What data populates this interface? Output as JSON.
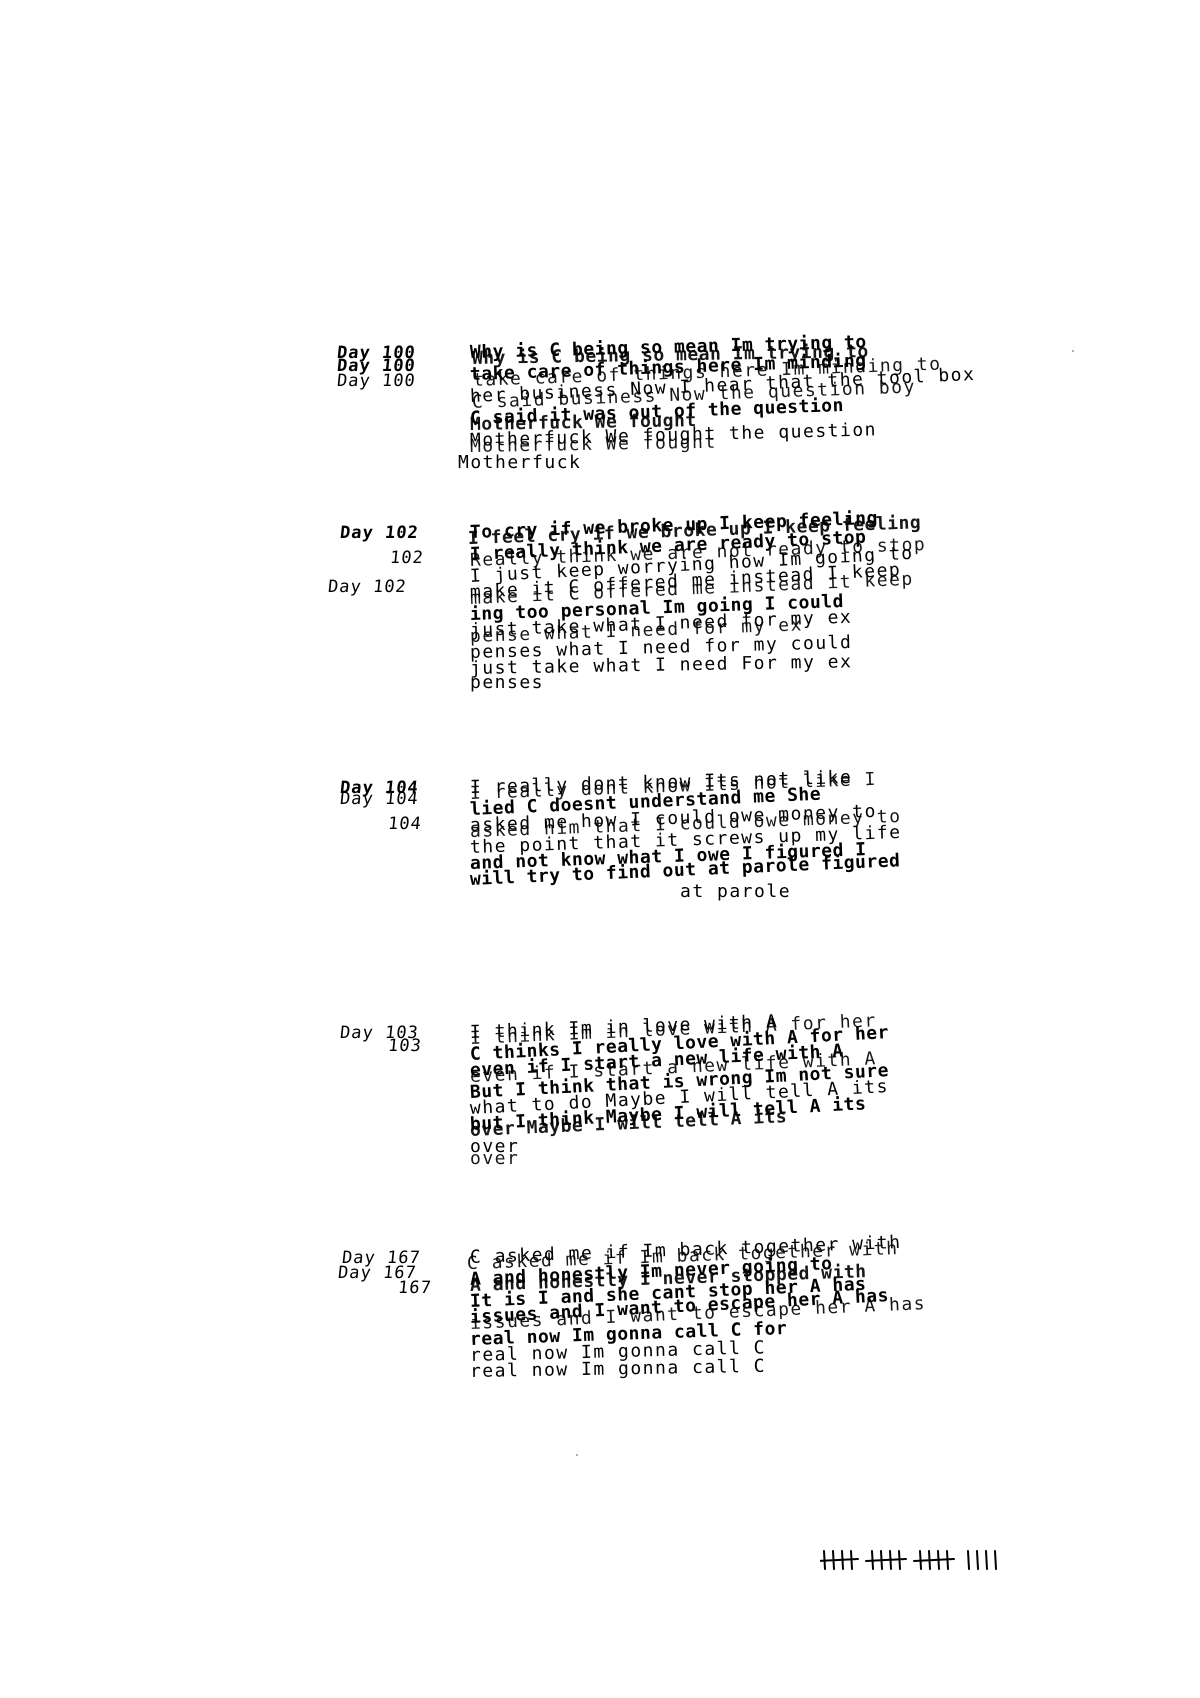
{
  "entries": [
    {
      "labels": [
        "Day 100",
        "Day 100",
        "Day 100"
      ],
      "lines": [
        "Why is C being so mean  Im trying to",
        "Why is C being so mean  Im trying to",
        "take care of things here  Im minding",
        "take care of things here  Im minding to",
        "her business  Now I hear that the tool box",
        "C said business  Now the question boy",
        "C said it was out of the question",
        "Motherfuck  We fought",
        "Motherfuck  We fought the question",
        "Motherfuck  We fought",
        "Motherfuck"
      ]
    },
    {
      "labels": [
        "Day 102",
        "102",
        "Day 102"
      ],
      "lines": [
        "To cry if we broke up  I keep feeling",
        "I feel cry if we broke up  I keep feeling",
        "I really think we are ready to stop",
        "Really think we are not ready to stop",
        "I just keep worrying how Im going to",
        "make it  C offered me instead  I keep",
        "make it  C offered me instead it keep",
        "ing too personal  Im going I could",
        "just take what I need  for my ex",
        "pense what I need  for my ex",
        "penses  what I need  for my could",
        "just take what I need  For my ex",
        "penses"
      ]
    },
    {
      "labels": [
        "Day 104",
        "Day 104",
        "104"
      ],
      "lines": [
        "I really dont know  Its not like",
        "I really dont know  Its not like I",
        "lied  C doesnt understand me  She",
        "asked me how I could owe money to",
        "asked him that  I could owe money to",
        "the point that it screws up my life",
        "and not know what I owe  I figured I",
        "will try to find out at parole figured",
        "at parole"
      ]
    },
    {
      "labels": [
        "Day 103",
        "103"
      ],
      "lines": [
        "I think Im in love with A",
        "I think Im in love with A  for her",
        "C thinks I really love with A  for her",
        "even if I start a new life with A",
        "even if I start a new life with A",
        "But I think that is wrong  Im not sure",
        "what to do  Maybe I will tell A its",
        "but I think  Maybe I will tell A its",
        "over  Maybe I will tell A its",
        "over",
        "over"
      ]
    },
    {
      "labels": [
        "Day 167",
        "Day 167",
        "167"
      ],
      "lines": [
        "C asked me if Im back together with",
        "C asked me if Im back together with",
        "A  and honestly Im never going to",
        "A  and honestly I never stopped with",
        "It is I and she cant stop her  A has",
        "issues and I want to escape her  A has",
        "issues and I want to escape her  A has",
        "real now  Im gonna call C for",
        "real now  Im gonna call C",
        "real now  Im gonna call C"
      ]
    }
  ],
  "tally": {
    "groups": 4,
    "marks_per_group": [
      5,
      5,
      5,
      4
    ]
  }
}
